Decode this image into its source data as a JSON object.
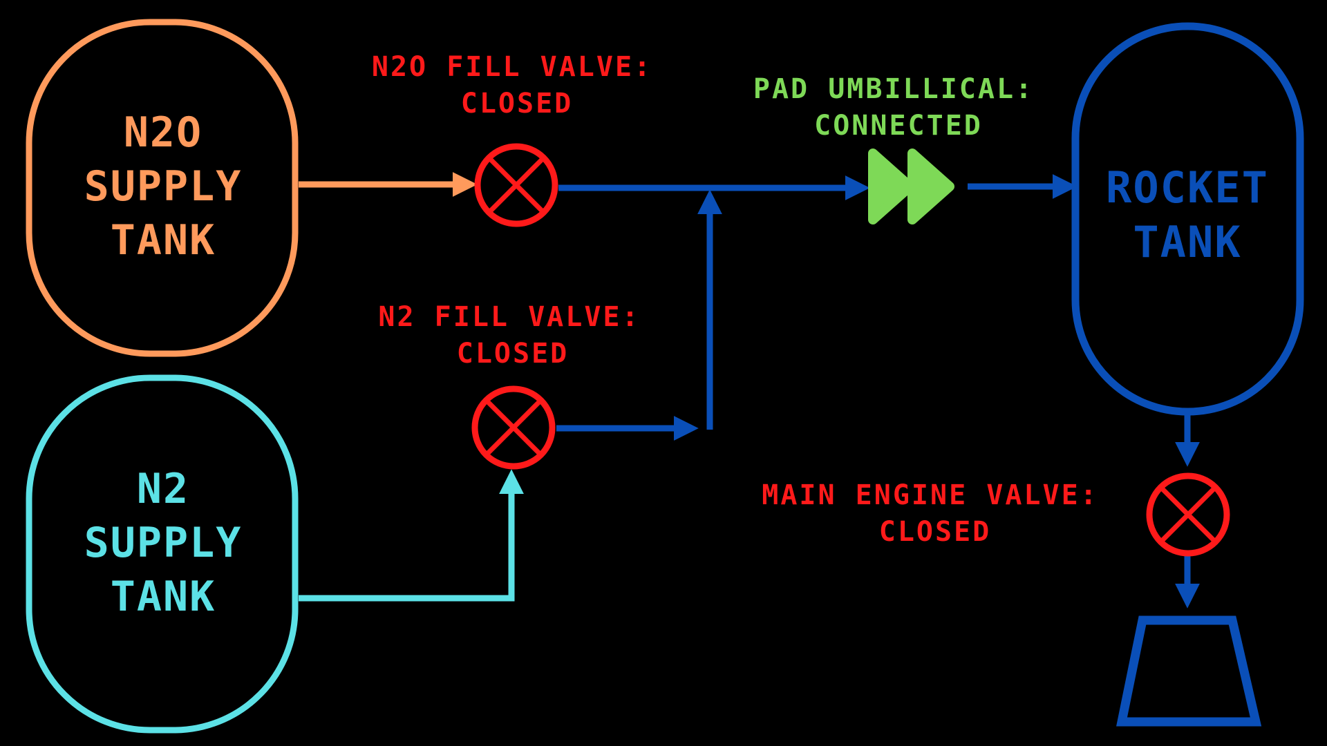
{
  "colors": {
    "background": "#000000",
    "n2o": "#FF9A5C",
    "n2": "#5CE1E6",
    "rocket": "#0A4FB8",
    "pipe": "#0A4FB8",
    "closed": "#FF1A1A",
    "connected": "#7ED957"
  },
  "tanks": {
    "n2o": {
      "line1": "N2O",
      "line2": "SUPPLY",
      "line3": "TANK"
    },
    "n2": {
      "line1": "N2",
      "line2": "SUPPLY",
      "line3": "TANK"
    },
    "rocket": {
      "line1": "ROCKET",
      "line2": "TANK"
    }
  },
  "valves": {
    "n2o_fill": {
      "name_line": "N2O FILL VALVE:",
      "state": "CLOSED",
      "icon": "valve-closed-icon"
    },
    "n2_fill": {
      "name_line": "N2 FILL VALVE:",
      "state": "CLOSED",
      "icon": "valve-closed-icon"
    },
    "main_engine": {
      "name_line": "MAIN ENGINE VALVE:",
      "state": "CLOSED",
      "icon": "valve-closed-icon"
    }
  },
  "umbilical": {
    "name_line": "PAD UMBILLICAL:",
    "state": "CONNECTED",
    "icon": "fast-forward-icon"
  },
  "engine": {
    "icon": "engine-nozzle-icon"
  }
}
